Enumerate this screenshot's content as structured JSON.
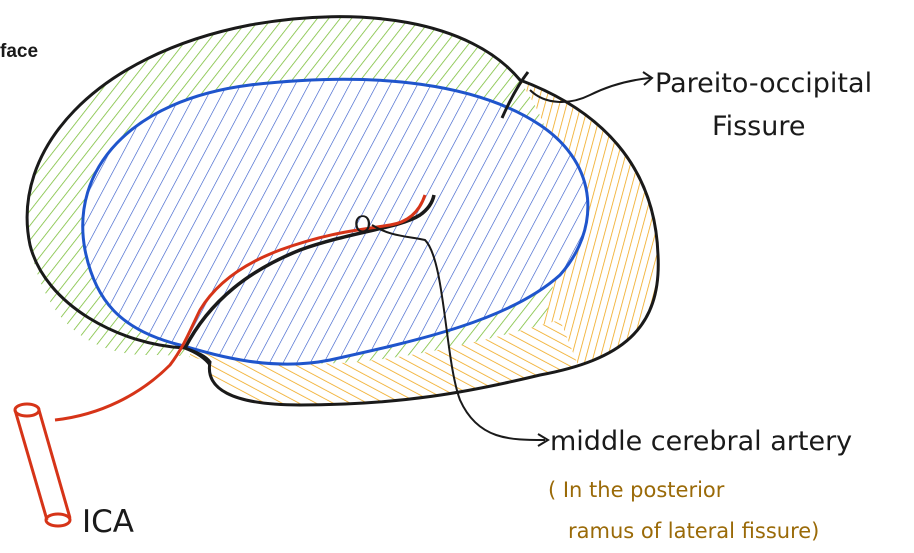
{
  "title_fragment": "face",
  "labels": {
    "parieto_occipital_line1": "Pareito-occipital",
    "parieto_occipital_line2": "Fissure",
    "middle_cerebral_artery": "middle cerebral artery",
    "note_line1": "( In the posterior",
    "note_line2": "ramus of lateral fissure)",
    "ica": "ICA",
    "point_marker": "O"
  },
  "colors": {
    "outline": "#1a1a1a",
    "frontal_hatch": "#7cbf3a",
    "parietal_hatch": "#f0a81c",
    "temporal_hatch": "#f0a81c",
    "central_hatch": "#2a52c8",
    "central_border": "#1f55cc",
    "artery": "#d63418",
    "note_text": "#9a6a08"
  }
}
